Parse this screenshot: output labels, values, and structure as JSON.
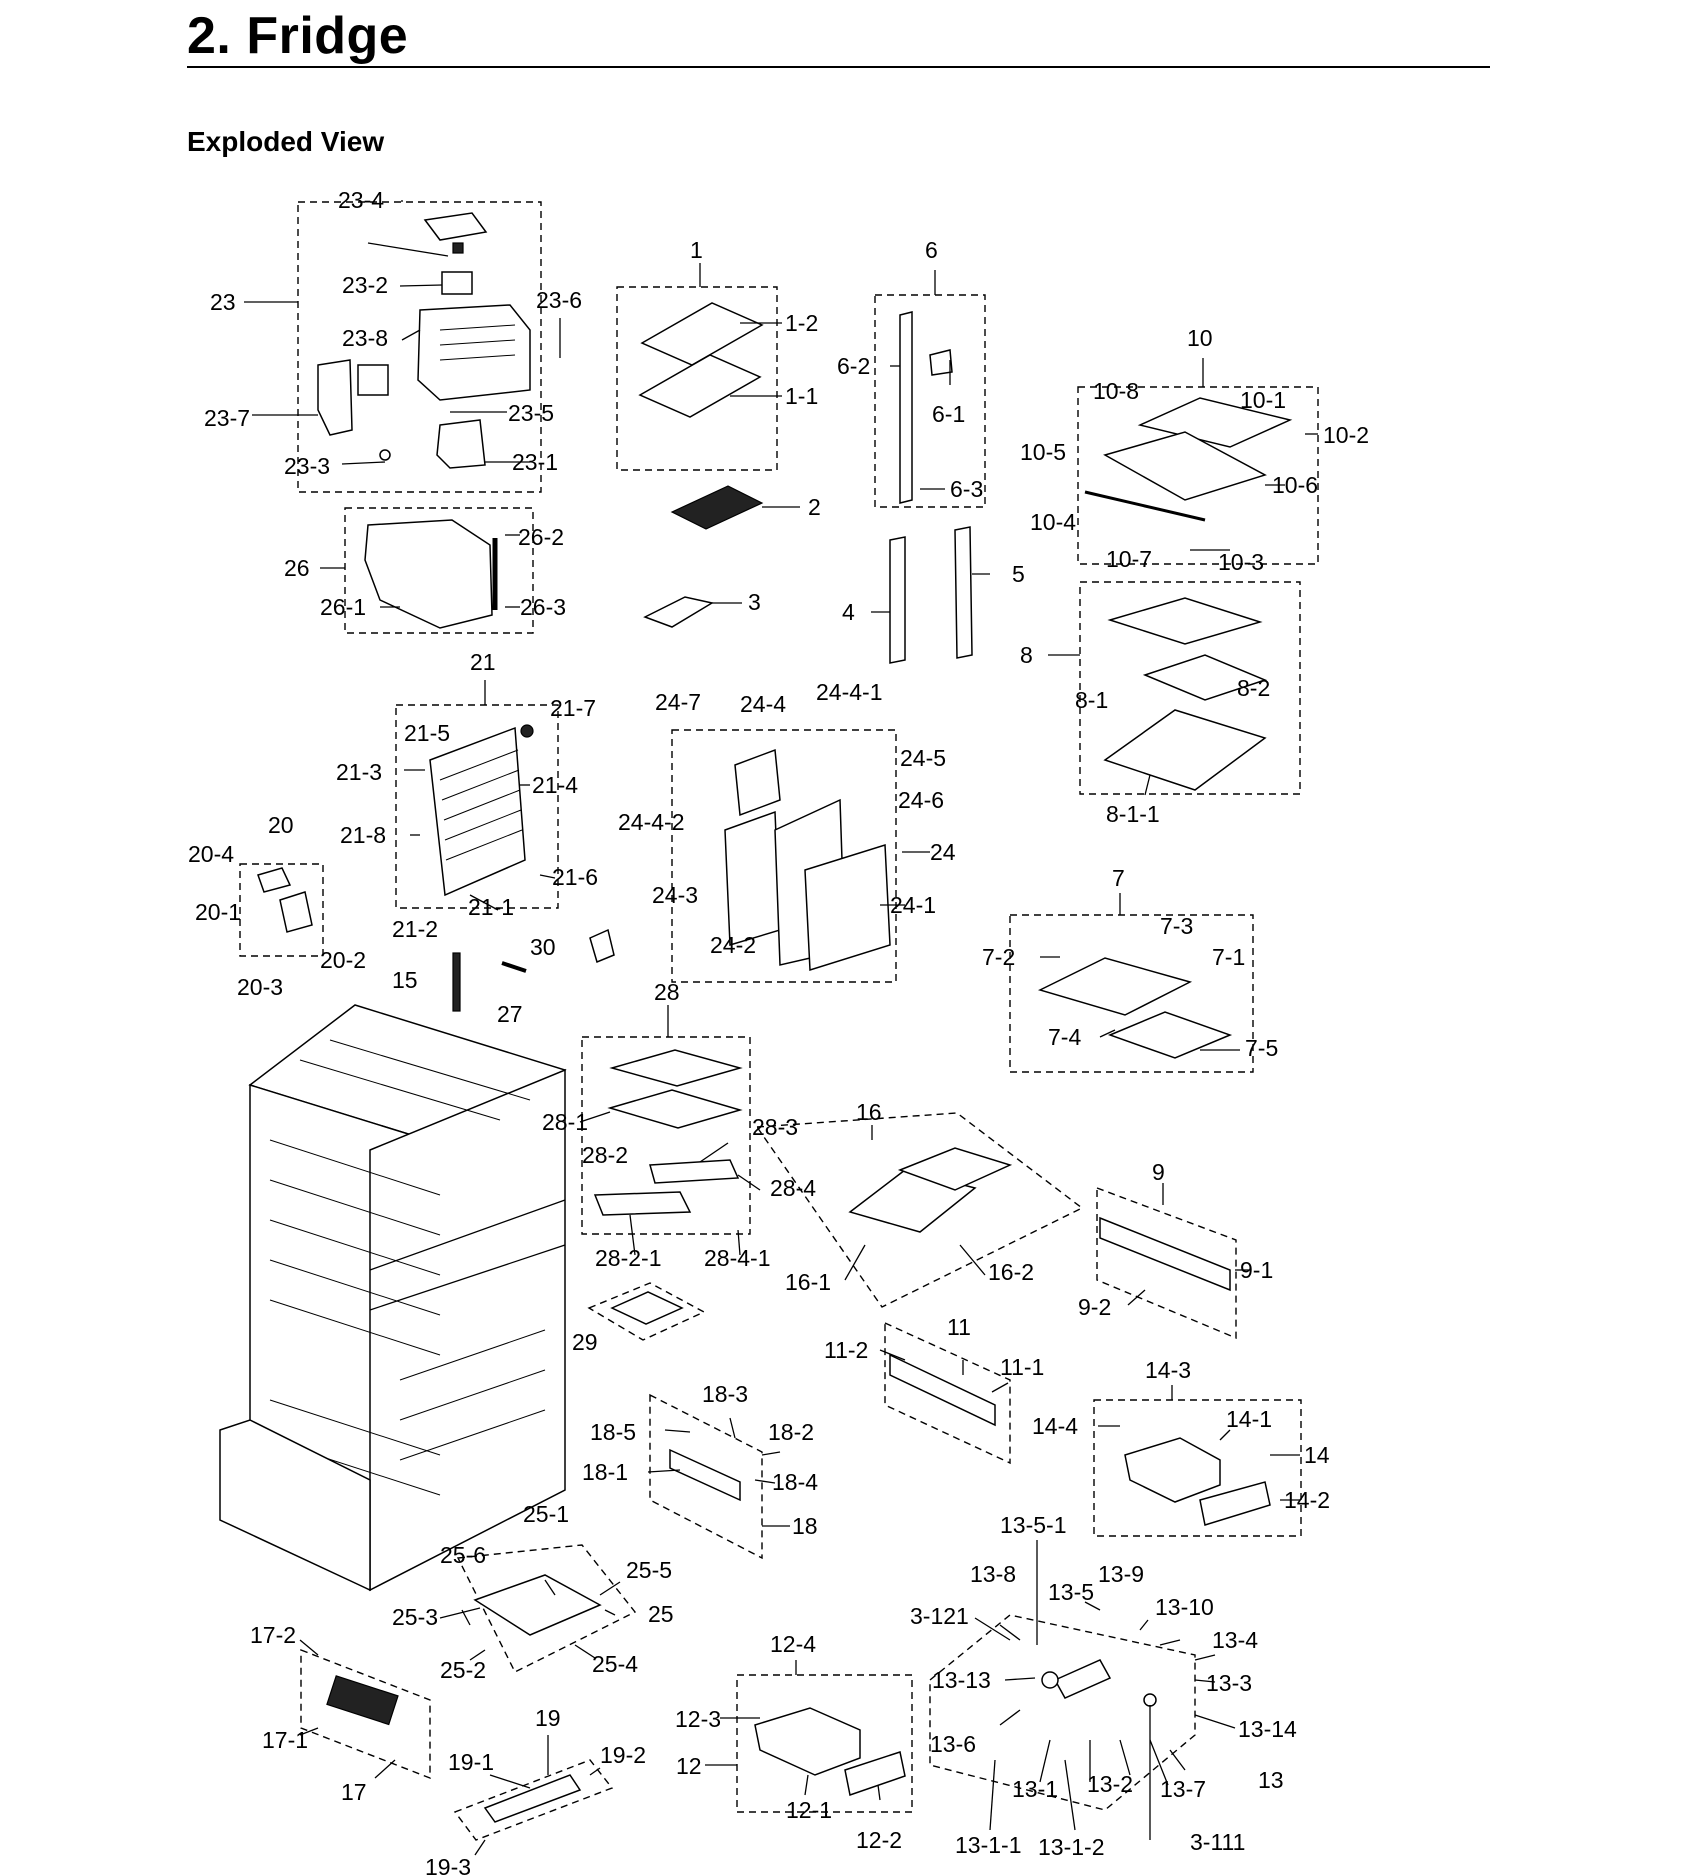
{
  "page": {
    "title": "2.  Fridge",
    "section_heading": "Exploded View"
  },
  "callouts": [
    "1",
    "1-1",
    "1-2",
    "2",
    "3",
    "4",
    "5",
    "6",
    "6-1",
    "6-2",
    "6-3",
    "7",
    "7-1",
    "7-2",
    "7-3",
    "7-4",
    "7-5",
    "8",
    "8-1",
    "8-1-1",
    "8-2",
    "9",
    "9-1",
    "9-2",
    "10",
    "10-1",
    "10-2",
    "10-3",
    "10-4",
    "10-5",
    "10-6",
    "10-7",
    "10-8",
    "11",
    "11-1",
    "11-2",
    "12",
    "12-1",
    "12-2",
    "12-3",
    "12-4",
    "13",
    "13-1",
    "13-1-1",
    "13-1-2",
    "13-2",
    "13-3",
    "13-4",
    "13-5",
    "13-5-1",
    "13-6",
    "13-7",
    "13-8",
    "13-9",
    "13-10",
    "13-13",
    "13-14",
    "3-121",
    "3-111",
    "14",
    "14-1",
    "14-2",
    "14-3",
    "14-4",
    "15",
    "16",
    "16-1",
    "16-2",
    "17",
    "17-1",
    "17-2",
    "18",
    "18-1",
    "18-2",
    "18-3",
    "18-4",
    "18-5",
    "19",
    "19-1",
    "19-2",
    "19-3",
    "20",
    "20-1",
    "20-2",
    "20-3",
    "20-4",
    "21",
    "21-1",
    "21-2",
    "21-3",
    "21-4",
    "21-5",
    "21-6",
    "21-7",
    "21-8",
    "23",
    "23-1",
    "23-2",
    "23-3",
    "23-4",
    "23-5",
    "23-6",
    "23-7",
    "23-8",
    "24",
    "24-1",
    "24-2",
    "24-3",
    "24-4",
    "24-4-1",
    "24-4-2",
    "24-5",
    "24-6",
    "24-7",
    "25",
    "25-1",
    "25-2",
    "25-3",
    "25-4",
    "25-5",
    "25-6",
    "26",
    "26-1",
    "26-2",
    "26-3",
    "27",
    "28",
    "28-1",
    "28-2",
    "28-2-1",
    "28-3",
    "28-4",
    "28-4-1",
    "29",
    "30"
  ]
}
